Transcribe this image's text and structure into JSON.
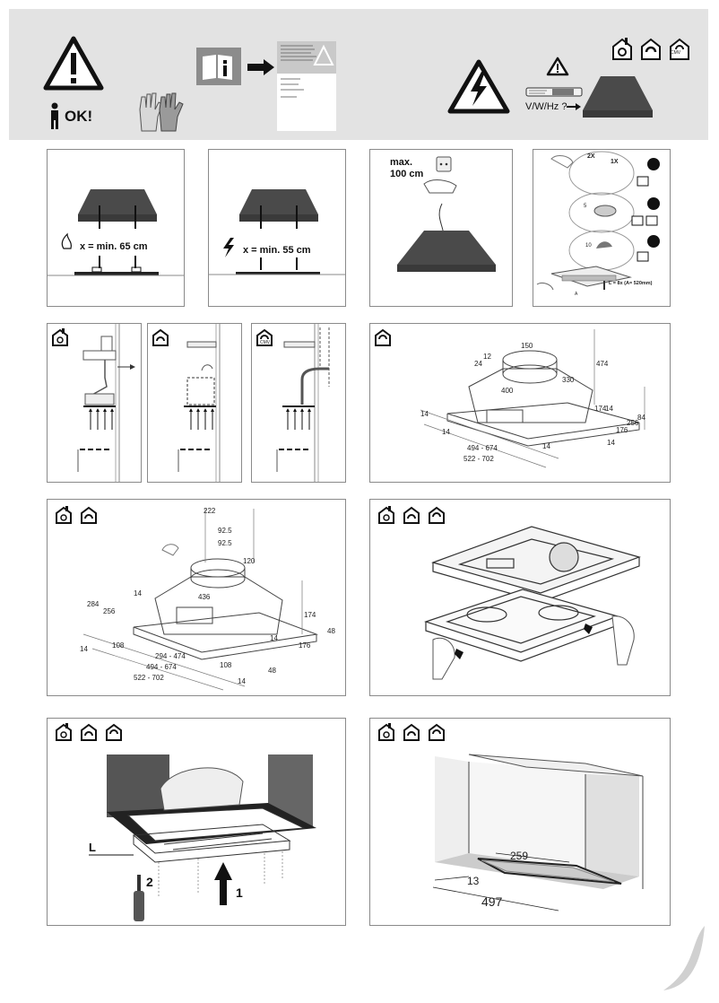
{
  "header": {
    "ok_label": "OK!",
    "voltage_label": "V/W/Hz ?",
    "icons": [
      "warning-icon",
      "person-icon",
      "gloves-icon",
      "manual-icon",
      "arrow-right-icon",
      "instruction-sheet-icon",
      "electric-hazard-icon",
      "chimney-icon",
      "recirc-icon",
      "cmv-icon"
    ]
  },
  "panel_gas": {
    "distance_label": "x = min. 65 cm"
  },
  "panel_electric": {
    "distance_label": "x = min. 55 cm"
  },
  "panel_cable": {
    "max_label": "max.",
    "length_label": "100 cm"
  },
  "panel_fit": {
    "labels": [
      "2X",
      "1X"
    ],
    "steps": [
      "5",
      "10"
    ],
    "screw_label": "L = 8x (A= 520mm)",
    "a_label": "A"
  },
  "cmv_label": "CMV",
  "drawing_dims": {
    "d1": [
      "150",
      "12",
      "24",
      "474",
      "330",
      "400",
      "14",
      "14",
      "174",
      "14",
      "494 - 674",
      "522 - 702",
      "14",
      "176",
      "256",
      "84",
      "14"
    ],
    "d2": [
      "222",
      "92.5",
      "92.5",
      "120",
      "436",
      "284",
      "256",
      "14",
      "174",
      "48",
      "176",
      "108",
      "294 - 474",
      "494 - 674",
      "522 - 702",
      "14",
      "14",
      "108",
      "48",
      "14"
    ]
  },
  "panel_install": {
    "l_label": "L",
    "step_1": "1",
    "step_2": "2"
  },
  "panel_cutout": {
    "dim_259": "259",
    "dim_13": "13",
    "dim_497": "497"
  }
}
